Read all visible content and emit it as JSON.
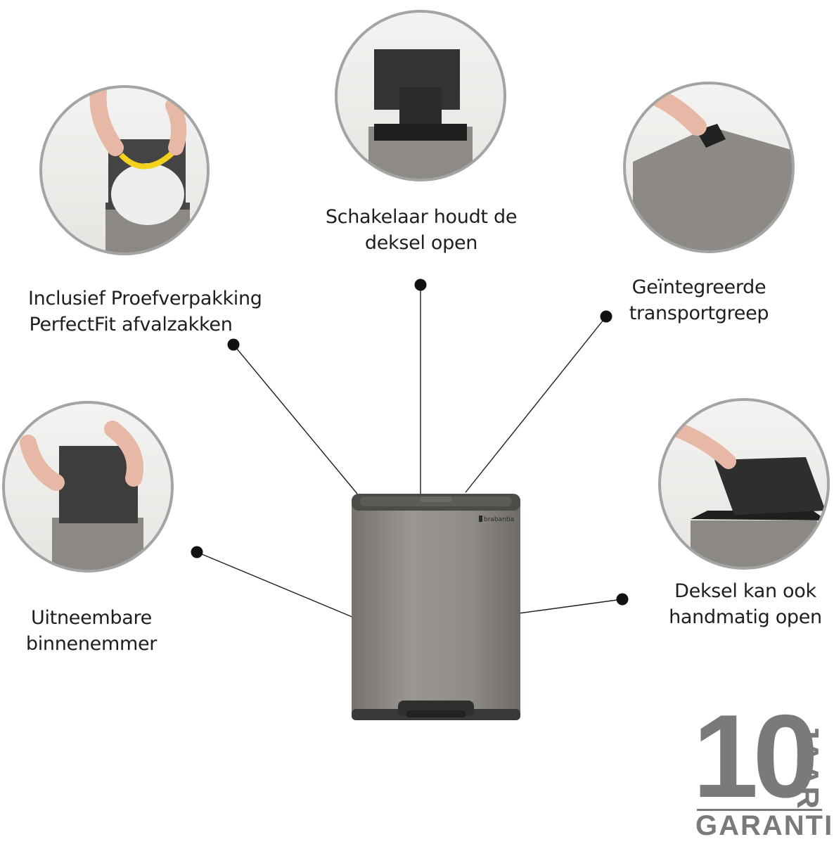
{
  "features": [
    {
      "id": "bags",
      "lines": [
        "Inclusief Proefverpakking",
        "PerfectFit afvalzakken"
      ],
      "icon": "bag-install-photo-icon"
    },
    {
      "id": "switch",
      "lines": [
        "Schakelaar houdt de",
        "deksel open"
      ],
      "icon": "open-lid-photo-icon"
    },
    {
      "id": "grip",
      "lines": [
        "Geïntegreerde",
        "transportgreep"
      ],
      "icon": "carry-grip-photo-icon"
    },
    {
      "id": "inner",
      "lines": [
        "Uitneembare",
        "binnenemmer"
      ],
      "icon": "inner-bucket-photo-icon"
    },
    {
      "id": "manual",
      "lines": [
        "Deksel kan ook",
        "handmatig open"
      ],
      "icon": "manual-lid-photo-icon"
    }
  ],
  "product": {
    "brand": "brabantia",
    "icon": "pedal-bin-icon"
  },
  "guarantee": {
    "number": "10",
    "unit": "JAAR",
    "text": "GARANTIE"
  },
  "colors": {
    "bin": "#8b8883",
    "dark": "#3c3c3c",
    "circle": "#a4a4a4",
    "guarantee": "#7a7a7a"
  }
}
